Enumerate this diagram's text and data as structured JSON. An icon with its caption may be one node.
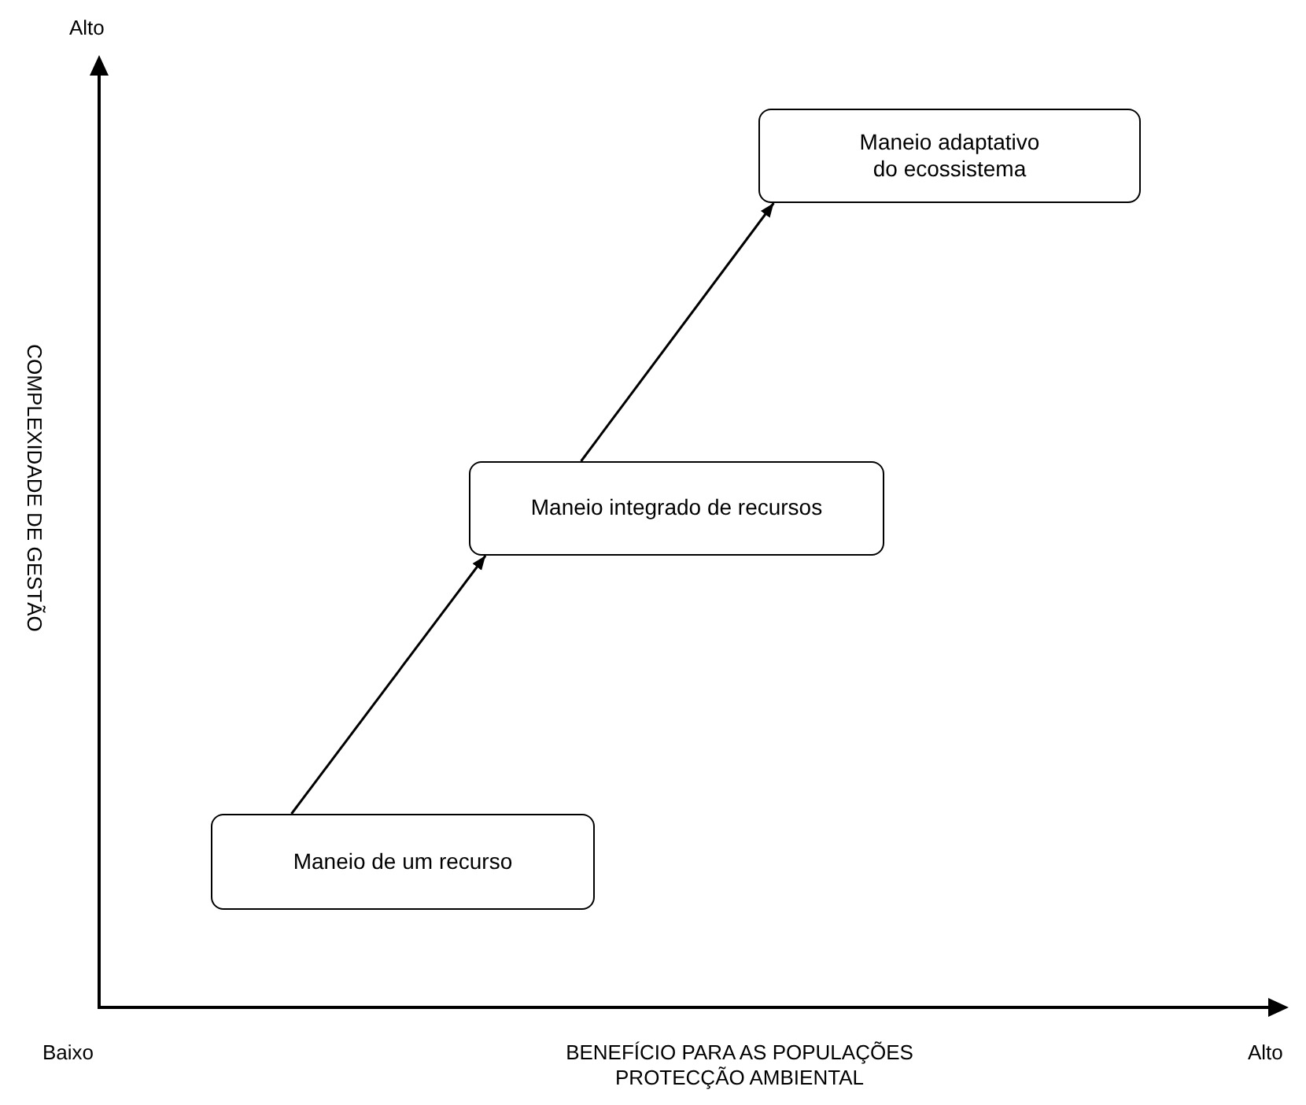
{
  "diagram": {
    "nodes": [
      {
        "text": [
          "Maneio de um recurso"
        ]
      },
      {
        "text": [
          "Maneio integrado de recursos"
        ]
      },
      {
        "text": [
          "Maneio adaptativo do ecossistema"
        ]
      }
    ],
    "edges": [
      {
        "from": 0,
        "to": 1,
        "arrow": "to"
      },
      {
        "from": 1,
        "to": 2,
        "arrow": "to"
      }
    ],
    "labels": [
      "Alto",
      "COMPLEXIDADE DE GESTÃO",
      "Baixo",
      "BENEFÍCIO PARA AS POPULAÇÕES",
      "PROTECÇÃO AMBIENTAL",
      "Alto"
    ]
  }
}
